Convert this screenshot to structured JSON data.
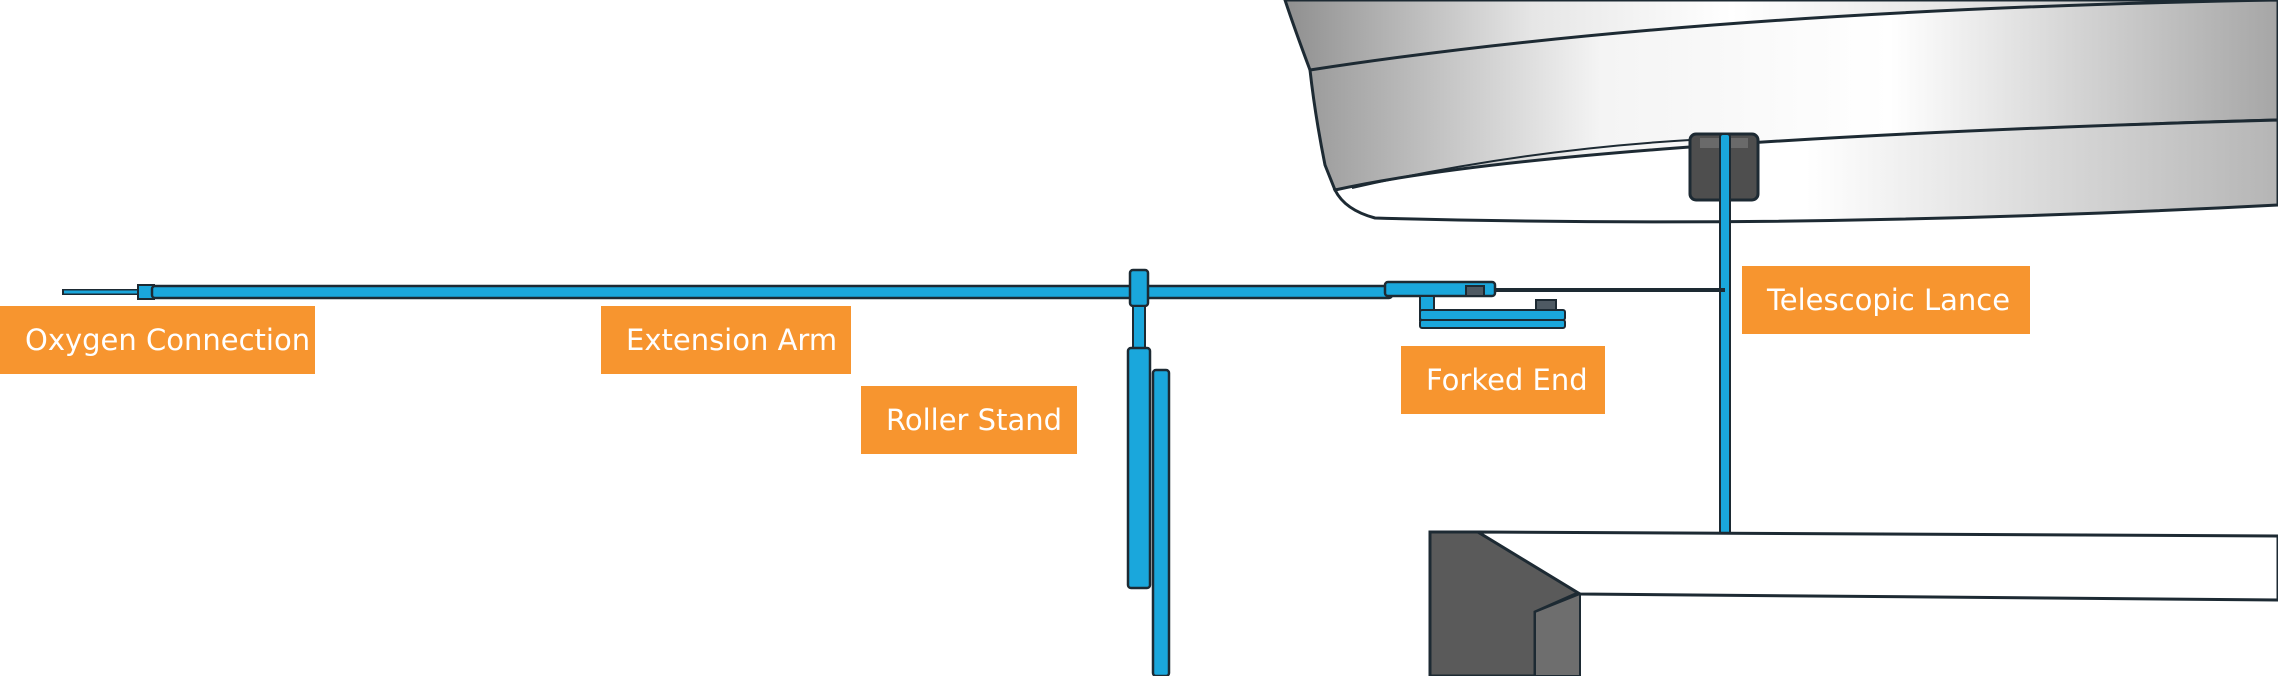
{
  "labels": {
    "oxygen_connection": "Oxygen Connection",
    "extension_arm": "Extension Arm",
    "roller_stand": "Roller Stand",
    "forked_end": "Forked End",
    "telescopic_lance": "Telescopic Lance"
  },
  "colors": {
    "callout": "#f7952f",
    "callout_text": "#ffffff",
    "equipment_blue": "#1aa7dc",
    "outline": "#1d2a33",
    "vessel_gray": "#bdbdbd",
    "vessel_dark": "#5a5a5a"
  }
}
